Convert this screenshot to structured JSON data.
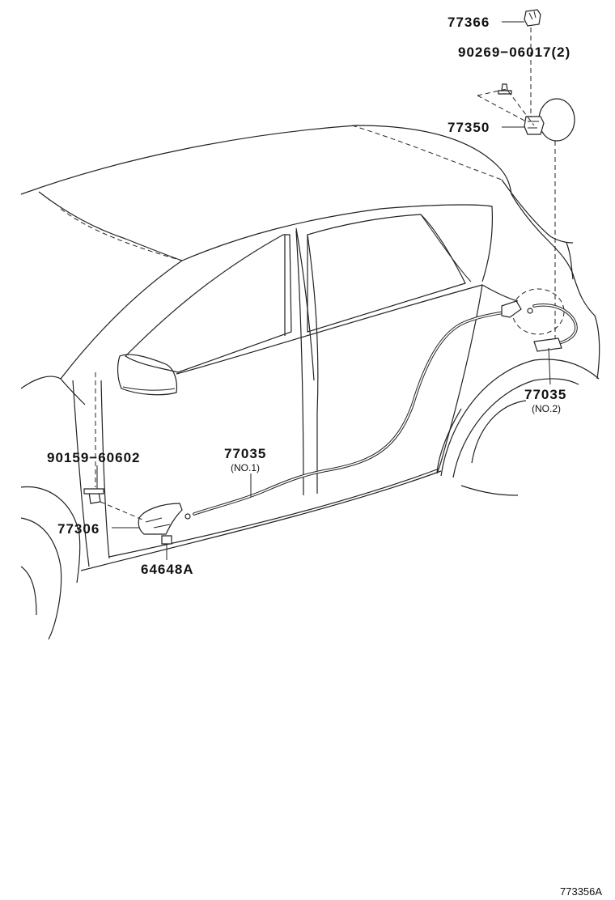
{
  "diagram": {
    "labels": {
      "p77366": "77366",
      "p90269": "90269−06017(2)",
      "p77350": "77350",
      "p77035_no2": "77035",
      "p77035_no2_sub": "(NO.2)",
      "p77035_no1": "77035",
      "p77035_no1_sub": "(NO.1)",
      "p90159": "90159−60602",
      "p77306": "77306",
      "p64648A": "64648A"
    },
    "figure_code": "773356A"
  }
}
